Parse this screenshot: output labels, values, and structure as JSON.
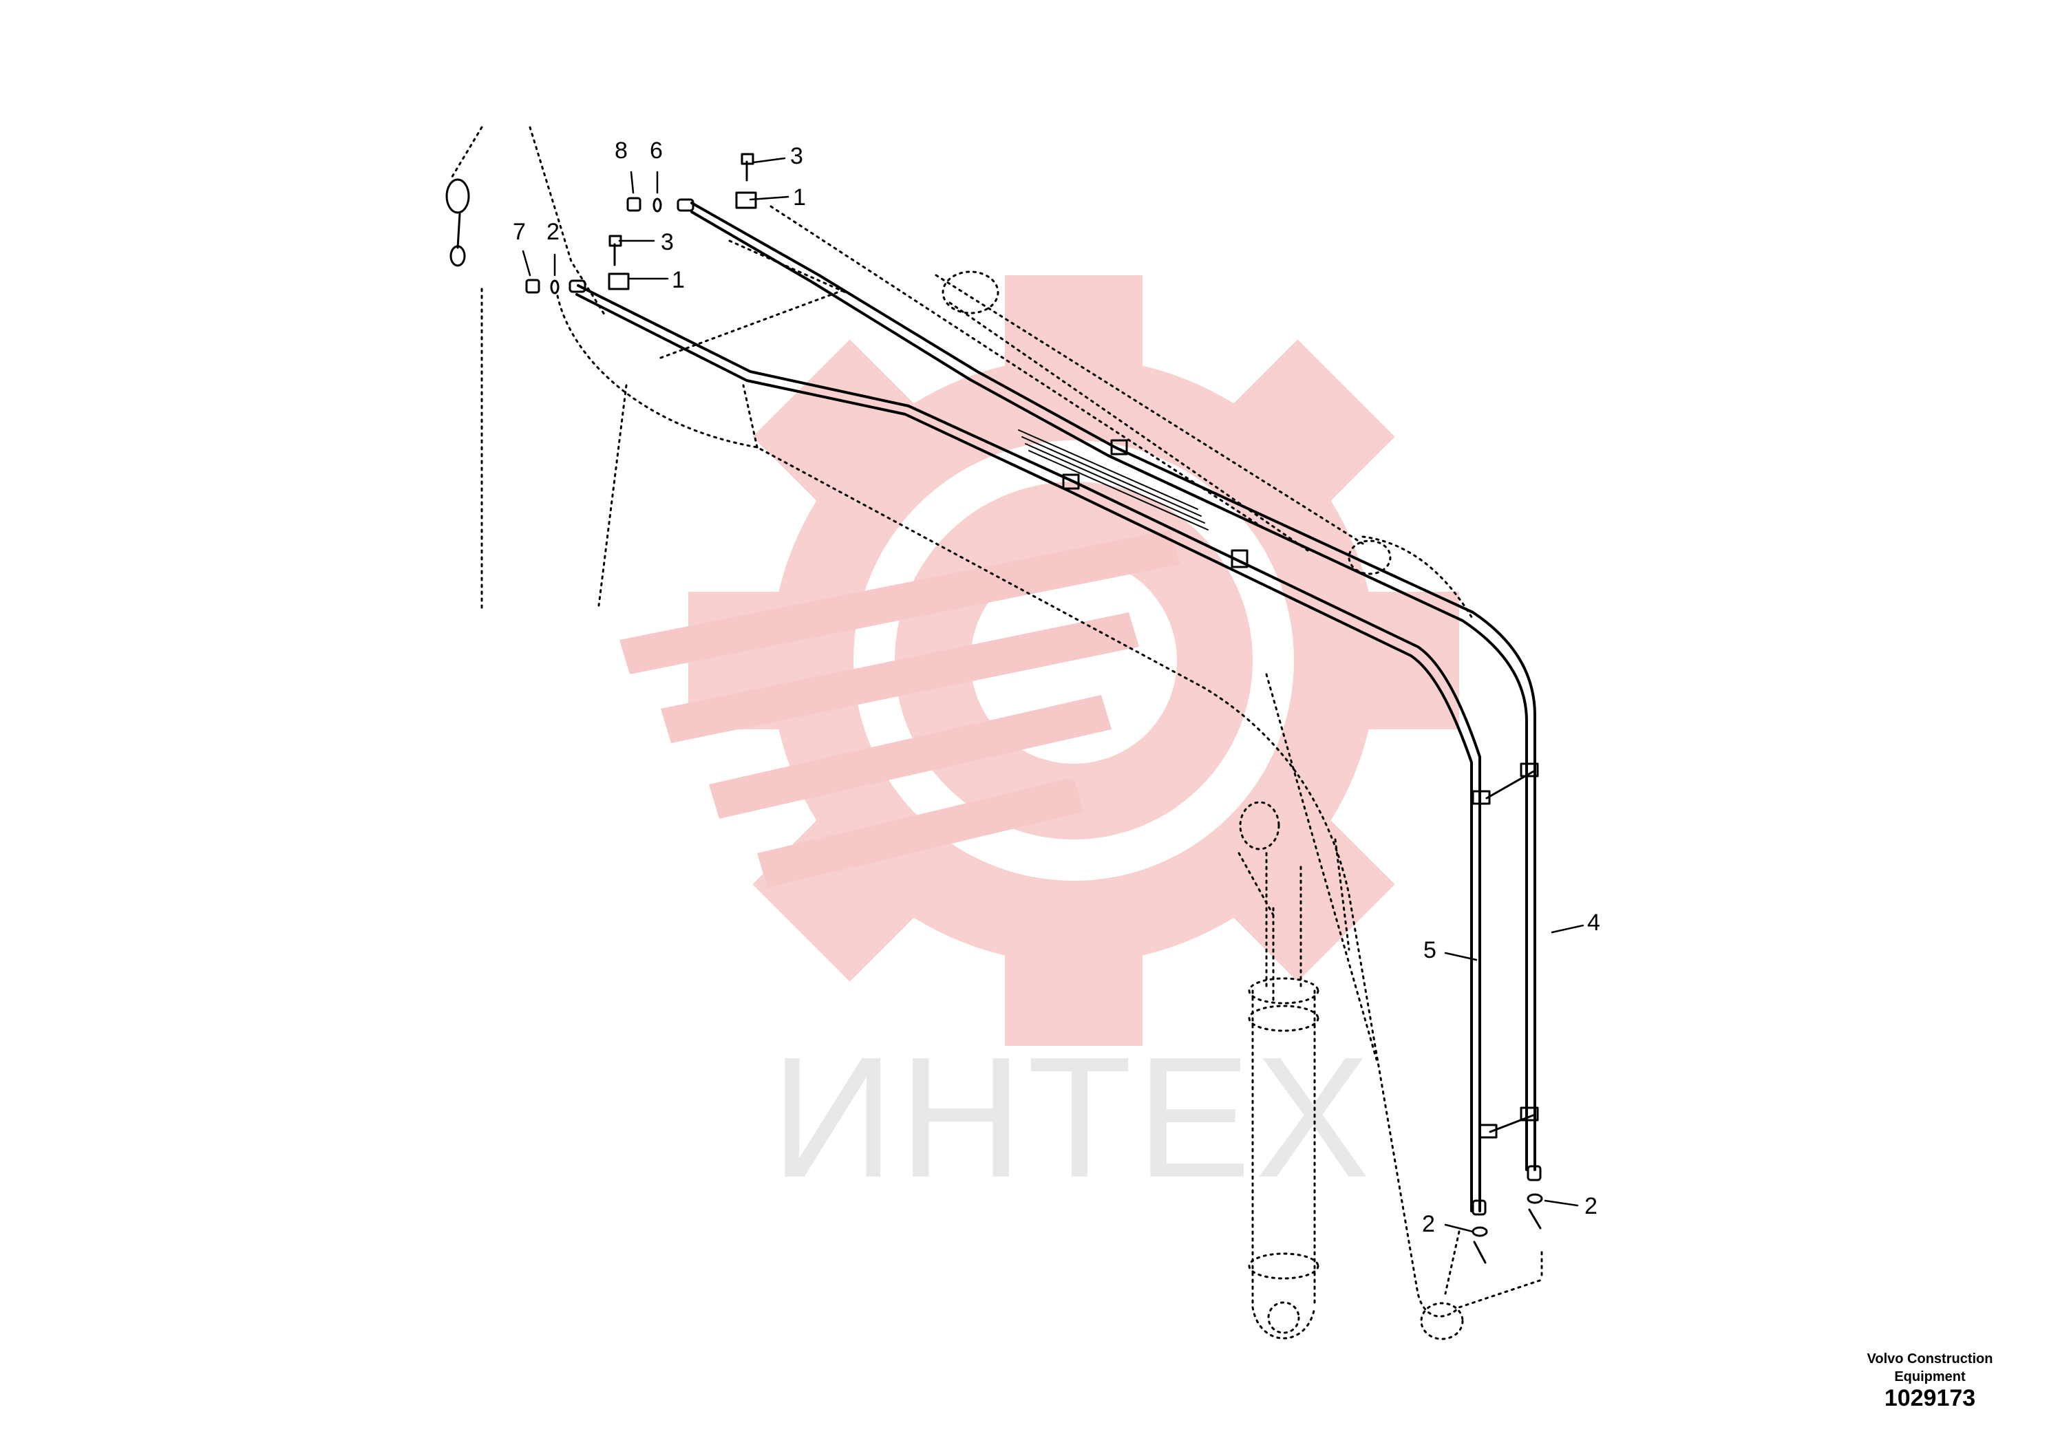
{
  "diagram": {
    "watermark_text": "ИНТЕХ",
    "callouts": [
      {
        "id": "callout-8",
        "label": "8"
      },
      {
        "id": "callout-6",
        "label": "6"
      },
      {
        "id": "callout-3a",
        "label": "3"
      },
      {
        "id": "callout-1a",
        "label": "1"
      },
      {
        "id": "callout-7",
        "label": "7"
      },
      {
        "id": "callout-2a",
        "label": "2"
      },
      {
        "id": "callout-3b",
        "label": "3"
      },
      {
        "id": "callout-1b",
        "label": "1"
      },
      {
        "id": "callout-5",
        "label": "5"
      },
      {
        "id": "callout-4",
        "label": "4"
      },
      {
        "id": "callout-2b",
        "label": "2"
      },
      {
        "id": "callout-2c",
        "label": "2"
      }
    ],
    "manufacturer": "Volvo Construction Equipment",
    "drawing_number": "1029173",
    "colors": {
      "watermark_red": "#f7c8c8",
      "watermark_gray": "#e8e8e8",
      "line": "#000000"
    }
  }
}
